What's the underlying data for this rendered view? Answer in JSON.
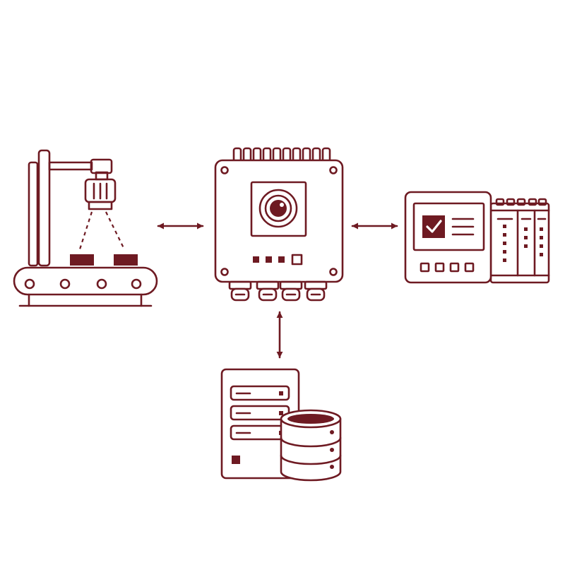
{
  "colors": {
    "stroke": "#6e1a22",
    "fill": "#6e1a22",
    "background": "#ffffff"
  },
  "nodes": [
    {
      "id": "inspection-station",
      "icon": "conveyor-camera-icon"
    },
    {
      "id": "vision-controller",
      "icon": "vision-controller-icon"
    },
    {
      "id": "hmi-plc",
      "icon": "hmi-plc-icon"
    },
    {
      "id": "data-storage",
      "icon": "server-database-icon"
    }
  ],
  "connections": [
    {
      "from": "inspection-station",
      "to": "vision-controller",
      "bidirectional": true
    },
    {
      "from": "vision-controller",
      "to": "hmi-plc",
      "bidirectional": true
    },
    {
      "from": "vision-controller",
      "to": "data-storage",
      "bidirectional": true
    }
  ]
}
